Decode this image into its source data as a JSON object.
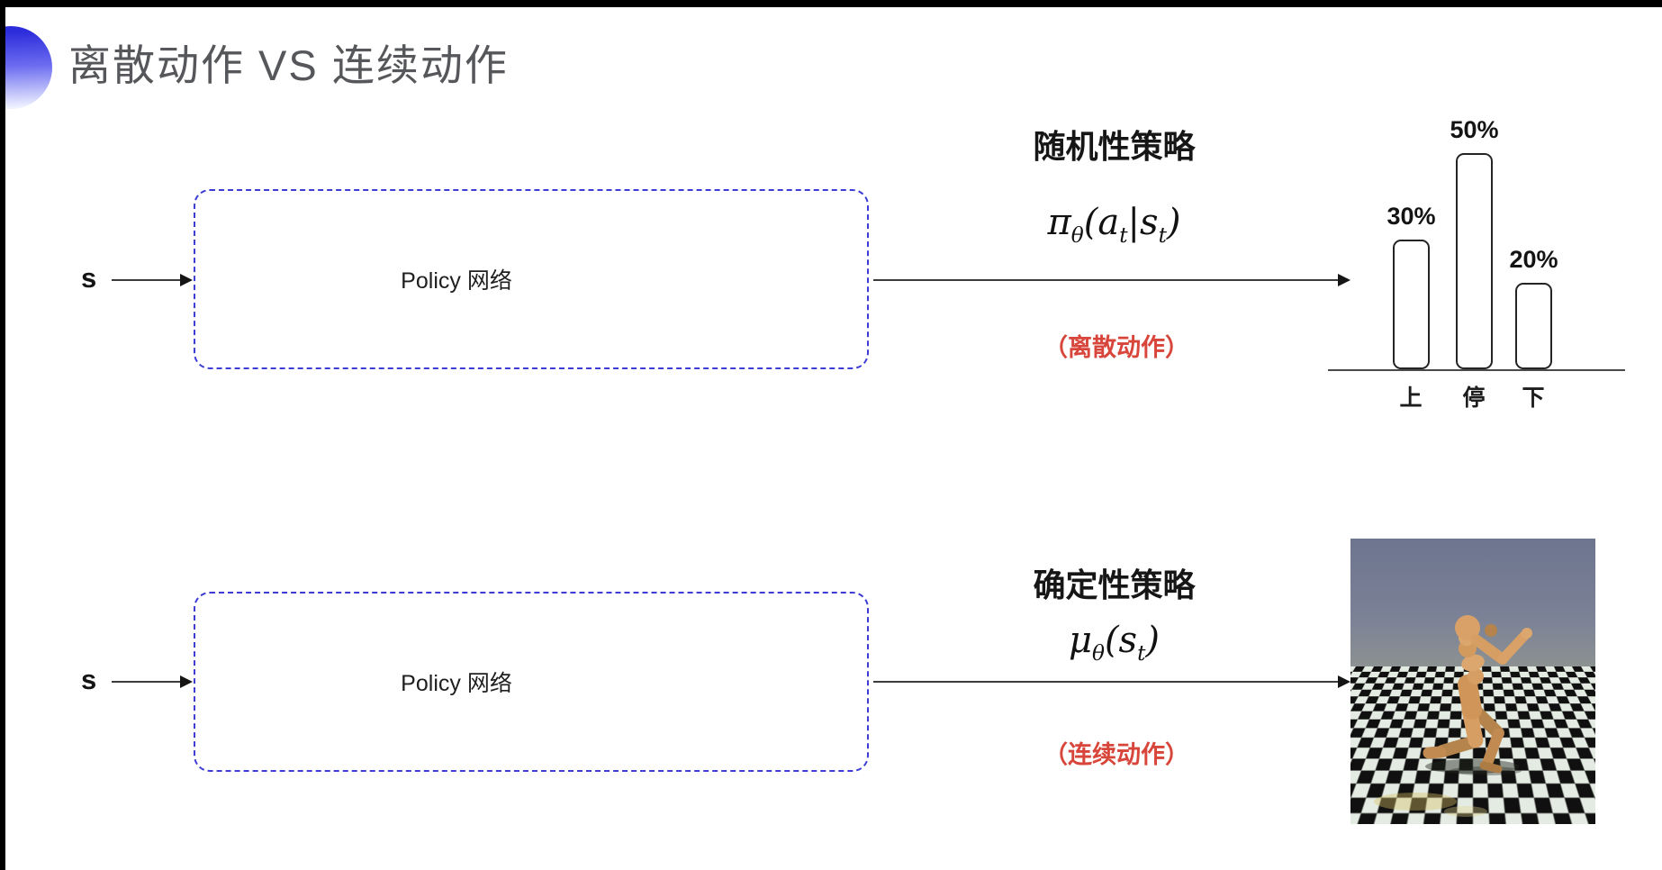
{
  "title": "离散动作 VS 连续动作",
  "top": {
    "input_label": "s",
    "box_label": "Policy 网络",
    "policy_title": "随机性策略",
    "formula_parts": [
      "π",
      "θ",
      "(",
      "a",
      "t",
      "|",
      "s",
      "t",
      ")"
    ],
    "action_type": "（离散动作）"
  },
  "bottom": {
    "input_label": "s",
    "box_label": "Policy 网络",
    "policy_title": "确定性策略",
    "formula_parts": [
      "μ",
      "θ",
      "(",
      "s",
      "t",
      ")"
    ],
    "action_type": "（连续动作）"
  },
  "chart_data": {
    "type": "bar",
    "categories": [
      "上",
      "停",
      "下"
    ],
    "values": [
      30,
      50,
      20
    ],
    "labels": [
      "30%",
      "50%",
      "20%"
    ],
    "title": "",
    "xlabel": "",
    "ylabel": "",
    "ylim": [
      0,
      60
    ],
    "grid": false,
    "legend": false
  },
  "colors": {
    "accent_blue": "#3d3dd6",
    "highlight_red": "#d8453a",
    "title_gray": "#56575a"
  },
  "images": {
    "humanoid": "mujoco-humanoid-robot-on-checkerboard-floor"
  }
}
